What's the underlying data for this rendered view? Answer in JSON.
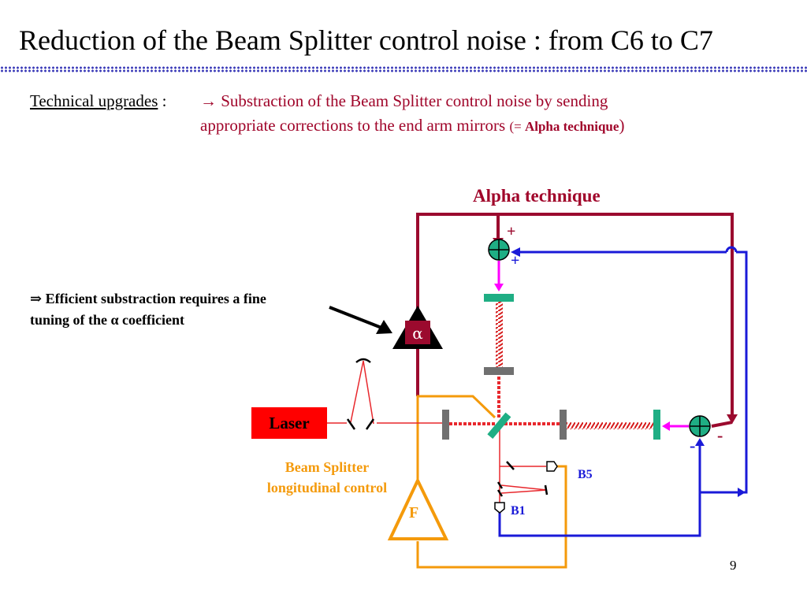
{
  "slide": {
    "title": "Reduction of the Beam Splitter control noise : from C6 to C7",
    "page_number": "9"
  },
  "upgrades": {
    "label": "Technical upgrades",
    "separator": " : ",
    "arrow": "→",
    "line1": " Substraction of the Beam Splitter control noise by sending",
    "line2": "appropriate corrections to the end arm mirrors ",
    "paren_open": "(= ",
    "technique": "Alpha technique",
    "paren_close": ")"
  },
  "diagram": {
    "title": "Alpha technique",
    "note_line1": "⇒ Efficient substraction requires a fine",
    "note_line2": "tuning of the α coefficient",
    "alpha_symbol": "α",
    "laser_label": "Laser",
    "bs_control_line1": "Beam Splitter",
    "bs_control_line2": "longitudinal control",
    "filter_label": "F",
    "b5_label": "B5",
    "b1_label": "B1",
    "sign_plus_top": "+",
    "sign_plus_inner": "+",
    "sign_minus_right": "-",
    "sign_minus_inner": "-"
  },
  "colors": {
    "loop_red": "#9b0a2e",
    "control_orange": "#f49a0b",
    "signal_blue": "#1a1ad8",
    "mirror_green": "#1fae84",
    "mirror_grey": "#707070",
    "laser_red": "#ff0000",
    "magenta": "#ff00ff"
  }
}
